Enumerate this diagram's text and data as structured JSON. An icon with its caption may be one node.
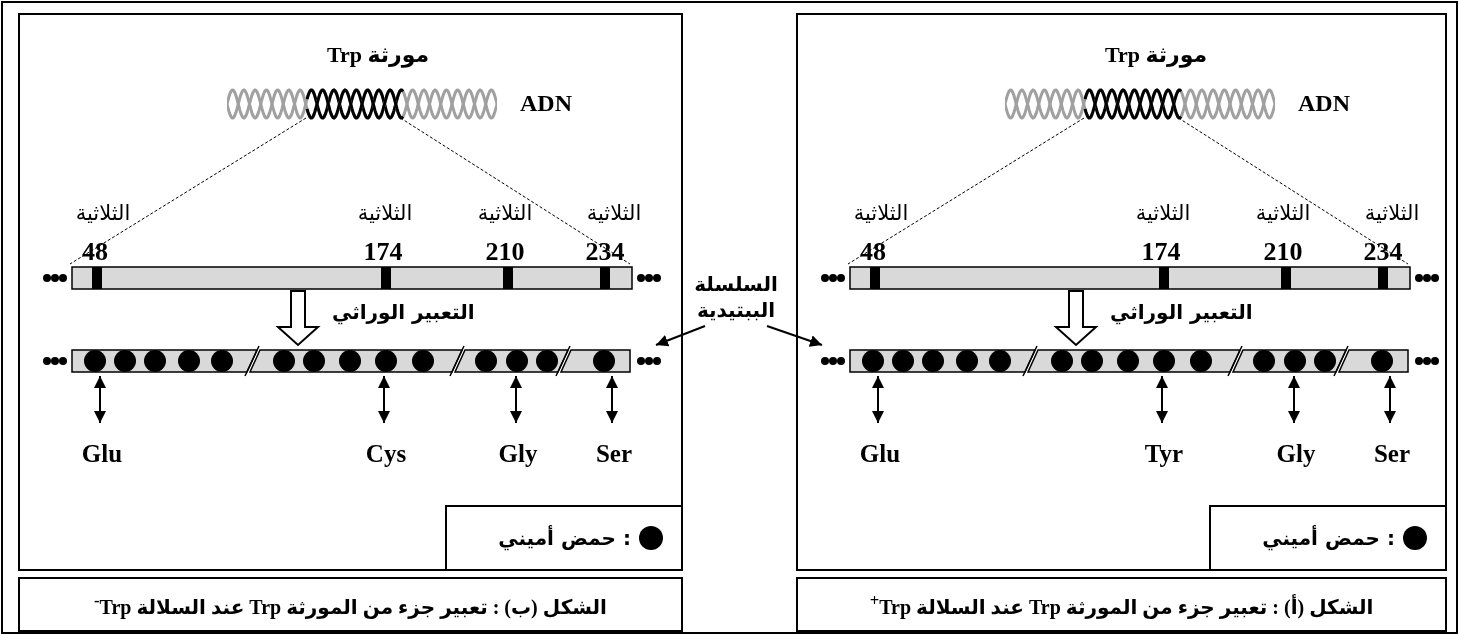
{
  "diagram": {
    "nodes": [
      {
        "text": [],
        "shape": "box"
      },
      {
        "text": [],
        "shape": "picture",
        "in": 0
      },
      {
        "text": [],
        "shape": "bar",
        "in": 0
      },
      {
        "text": [],
        "shape": "bar",
        "in": 0
      },
      {
        "text": [
          "Glu"
        ],
        "in": 0
      },
      {
        "text": [
          "Tyr"
        ],
        "in": 0
      },
      {
        "text": [
          "Gly"
        ],
        "in": 0
      },
      {
        "text": [
          "Ser"
        ],
        "in": 0
      },
      {
        "text": [
          "الشكل (أ) : تعبير جزء من المورثة Trp عند السلالة Trp$^{+}$"
        ]
      },
      {
        "text": [],
        "shape": "box"
      },
      {
        "text": [],
        "shape": "picture",
        "in": 9
      },
      {
        "text": [],
        "shape": "bar",
        "in": 9
      },
      {
        "text": [],
        "shape": "bar",
        "in": 9
      },
      {
        "text": [
          "Glu"
        ],
        "in": 9
      },
      {
        "text": [
          "Cys"
        ],
        "in": 9
      },
      {
        "text": [
          "Gly"
        ],
        "in": 9
      },
      {
        "text": [
          "Ser"
        ],
        "in": 9
      },
      {
        "text": [
          "الشكل (ب) : تعبير جزء من المورثة Trp عند السلالة Trp$^{-}$"
        ]
      },
      {
        "text": [
          "السلسلة الببتيدية"
        ]
      }
    ],
    "edges": [
      {
        "from": 1,
        "to": 2,
        "arrow": "none",
        "style": "dashed"
      },
      {
        "from": 1,
        "to": 2,
        "arrow": "none",
        "style": "dashed"
      },
      {
        "from": 2,
        "to": 3,
        "arrow": "to",
        "label": "التعبير الوراثي"
      },
      {
        "from": 3,
        "to": 4,
        "arrow": "both"
      },
      {
        "from": 3,
        "to": 5,
        "arrow": "both"
      },
      {
        "from": 3,
        "to": 6,
        "arrow": "both"
      },
      {
        "from": 3,
        "to": 7,
        "arrow": "both"
      },
      {
        "from": 10,
        "to": 11,
        "arrow": "none",
        "style": "dashed"
      },
      {
        "from": 10,
        "to": 11,
        "arrow": "none",
        "style": "dashed"
      },
      {
        "from": 11,
        "to": 12,
        "arrow": "to",
        "label": "التعبير الوراثي"
      },
      {
        "from": 12,
        "to": 13,
        "arrow": "both"
      },
      {
        "from": 12,
        "to": 14,
        "arrow": "both"
      },
      {
        "from": 12,
        "to": 15,
        "arrow": "both"
      },
      {
        "from": 12,
        "to": 16,
        "arrow": "both"
      },
      {
        "from": 18,
        "to": 3,
        "arrow": "to"
      },
      {
        "from": 18,
        "to": 12,
        "arrow": "to"
      }
    ],
    "labels": [
      "مورثة Trp",
      "ADN",
      "الثلاثية",
      "الثلاثية",
      "الثلاثية",
      "الثلاثية",
      "48",
      "174",
      "210",
      "234",
      "مورثة Trp",
      "ADN",
      "الثلاثية",
      "الثلاثية",
      "الثلاثية",
      "الثلاثية",
      "48",
      "174",
      "210",
      "234"
    ],
    "legend": [
      {
        "text": ": حمض أميني",
        "color": "#000000"
      },
      {
        "text": ": حمض أميني",
        "color": "#000000"
      }
    ]
  }
}
